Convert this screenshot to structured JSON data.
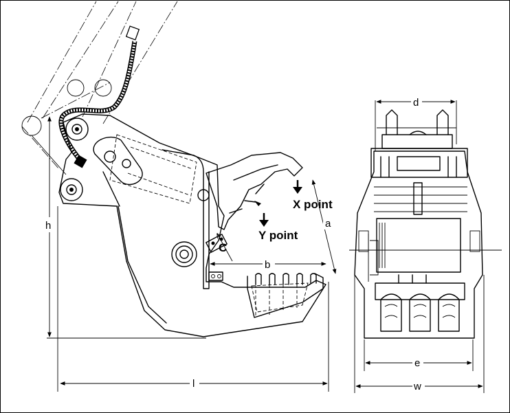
{
  "figure": {
    "side_view": {
      "labels": {
        "x_point": "X point",
        "y_point": "Y point",
        "dim_h": "h",
        "dim_a": "a",
        "dim_b": "b",
        "dim_c": "C",
        "dim_l": "l"
      }
    },
    "front_view": {
      "labels": {
        "dim_d": "d",
        "dim_e": "e",
        "dim_w": "w"
      }
    }
  }
}
